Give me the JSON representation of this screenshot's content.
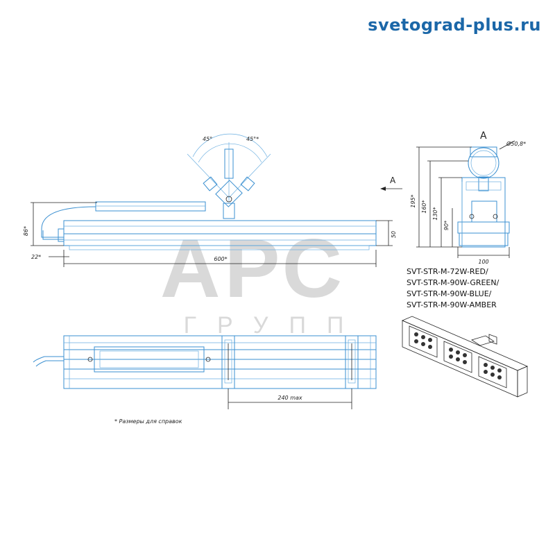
{
  "site_url": "svetograd-plus.ru",
  "colors": {
    "brand": "#1b67a8",
    "drawing": "#3a8fd0",
    "watermark": "#d9d9d9"
  },
  "watermark": {
    "logo_text": "АРС",
    "group_text": "ГРУПП"
  },
  "dimensions": {
    "angle_left": "45°",
    "angle_right": "45°*",
    "height_86": "86*",
    "height_50": "50",
    "offset_22": "22*",
    "length_600": "600*",
    "diameter": "Ø50,8*",
    "h195": "195*",
    "h160": "160*",
    "h130": "130*",
    "h90": "90*",
    "w100": "100",
    "mount_240": "240 max"
  },
  "view_label": "A",
  "view_arrow_label": "A",
  "models": [
    "SVT-STR-M-72W-RED/",
    "SVT-STR-M-90W-GREEN/",
    "SVT-STR-M-90W-BLUE/",
    "SVT-STR-M-90W-AMBER"
  ],
  "footnote": "* Размеры для справок"
}
